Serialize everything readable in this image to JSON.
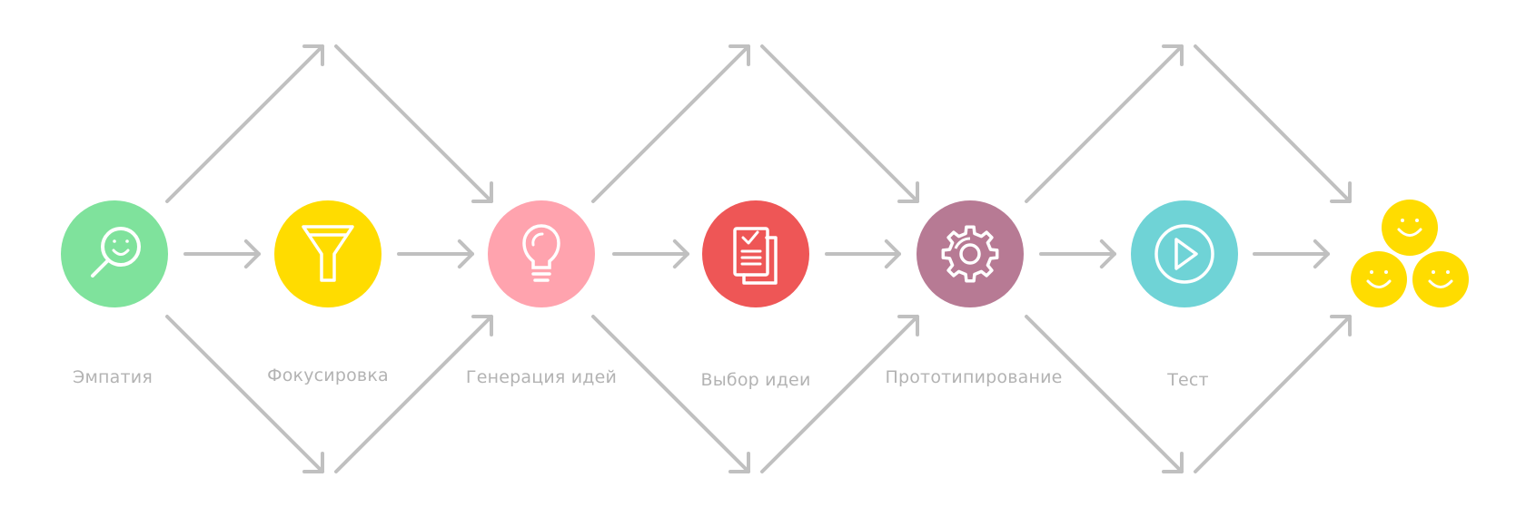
{
  "stages": [
    {
      "label": "Эмпатия",
      "icon": "magnifier-smile-icon",
      "color": "#7fe29c"
    },
    {
      "label": "Фокусировка",
      "icon": "funnel-icon",
      "color": "#ffdc00"
    },
    {
      "label": "Генерация идей",
      "icon": "lightbulb-icon",
      "color": "#ffa3ae"
    },
    {
      "label": "Выбор идеи",
      "icon": "documents-check-icon",
      "color": "#ee5656"
    },
    {
      "label": "Прототипирование",
      "icon": "gear-icon",
      "color": "#b77a94"
    },
    {
      "label": "Тест",
      "icon": "play-icon",
      "color": "#6fd3d6"
    }
  ],
  "result": {
    "icon": "smiley-faces-icon",
    "color": "#ffdc00"
  },
  "arrow_color": "#c0c0c0"
}
